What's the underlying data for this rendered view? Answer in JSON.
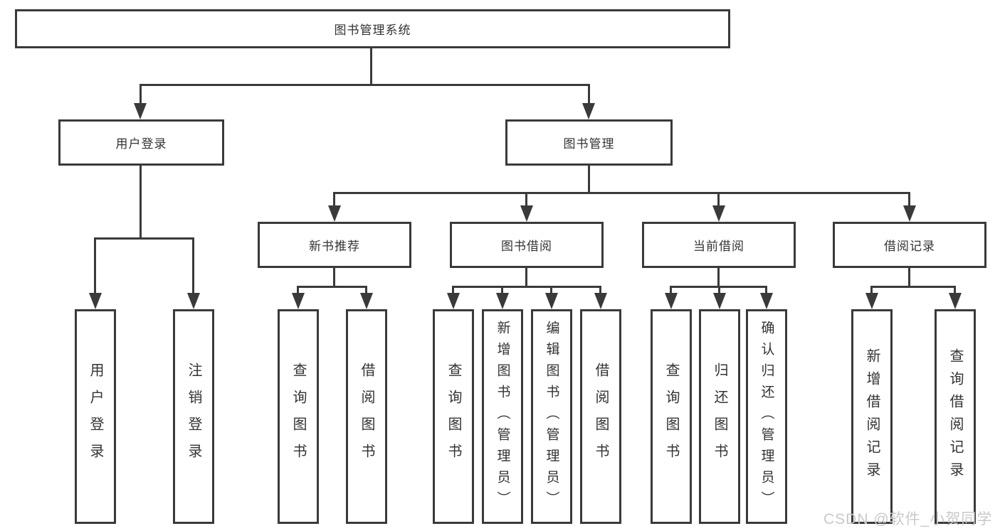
{
  "title": {
    "label": "图书管理系统"
  },
  "level2": [
    {
      "label": "用户登录",
      "parent": "图书管理系统"
    },
    {
      "label": "图书管理",
      "parent": "图书管理系统"
    }
  ],
  "level3": [
    {
      "label": "新书推荐",
      "parent": "图书管理"
    },
    {
      "label": "图书借阅",
      "parent": "图书管理"
    },
    {
      "label": "当前借阅",
      "parent": "图书管理"
    },
    {
      "label": "借阅记录",
      "parent": "图书管理"
    }
  ],
  "leaves": [
    {
      "label": "用户登录",
      "parent": "用户登录"
    },
    {
      "label": "注销登录",
      "parent": "用户登录"
    },
    {
      "label": "查询图书",
      "parent": "新书推荐"
    },
    {
      "label": "借阅图书",
      "parent": "新书推荐"
    },
    {
      "label": "查询图书",
      "parent": "图书借阅"
    },
    {
      "label": "新增图书（管理员）",
      "parent": "图书借阅"
    },
    {
      "label": "编辑图书（管理员）",
      "parent": "图书借阅"
    },
    {
      "label": "借阅图书",
      "parent": "图书借阅"
    },
    {
      "label": "查询图书",
      "parent": "当前借阅"
    },
    {
      "label": "归还图书",
      "parent": "当前借阅"
    },
    {
      "label": "确认归还（管理员）",
      "parent": "当前借阅"
    },
    {
      "label": "新增借阅记录",
      "parent": "借阅记录"
    },
    {
      "label": "查询借阅记录",
      "parent": "借阅记录"
    }
  ],
  "watermark": {
    "label": "CSDN @软件_小贺同学"
  },
  "colors": {
    "line": "#3a3a3a",
    "text": "#333333",
    "watermark": "#c9c9c9",
    "background": "#ffffff"
  }
}
